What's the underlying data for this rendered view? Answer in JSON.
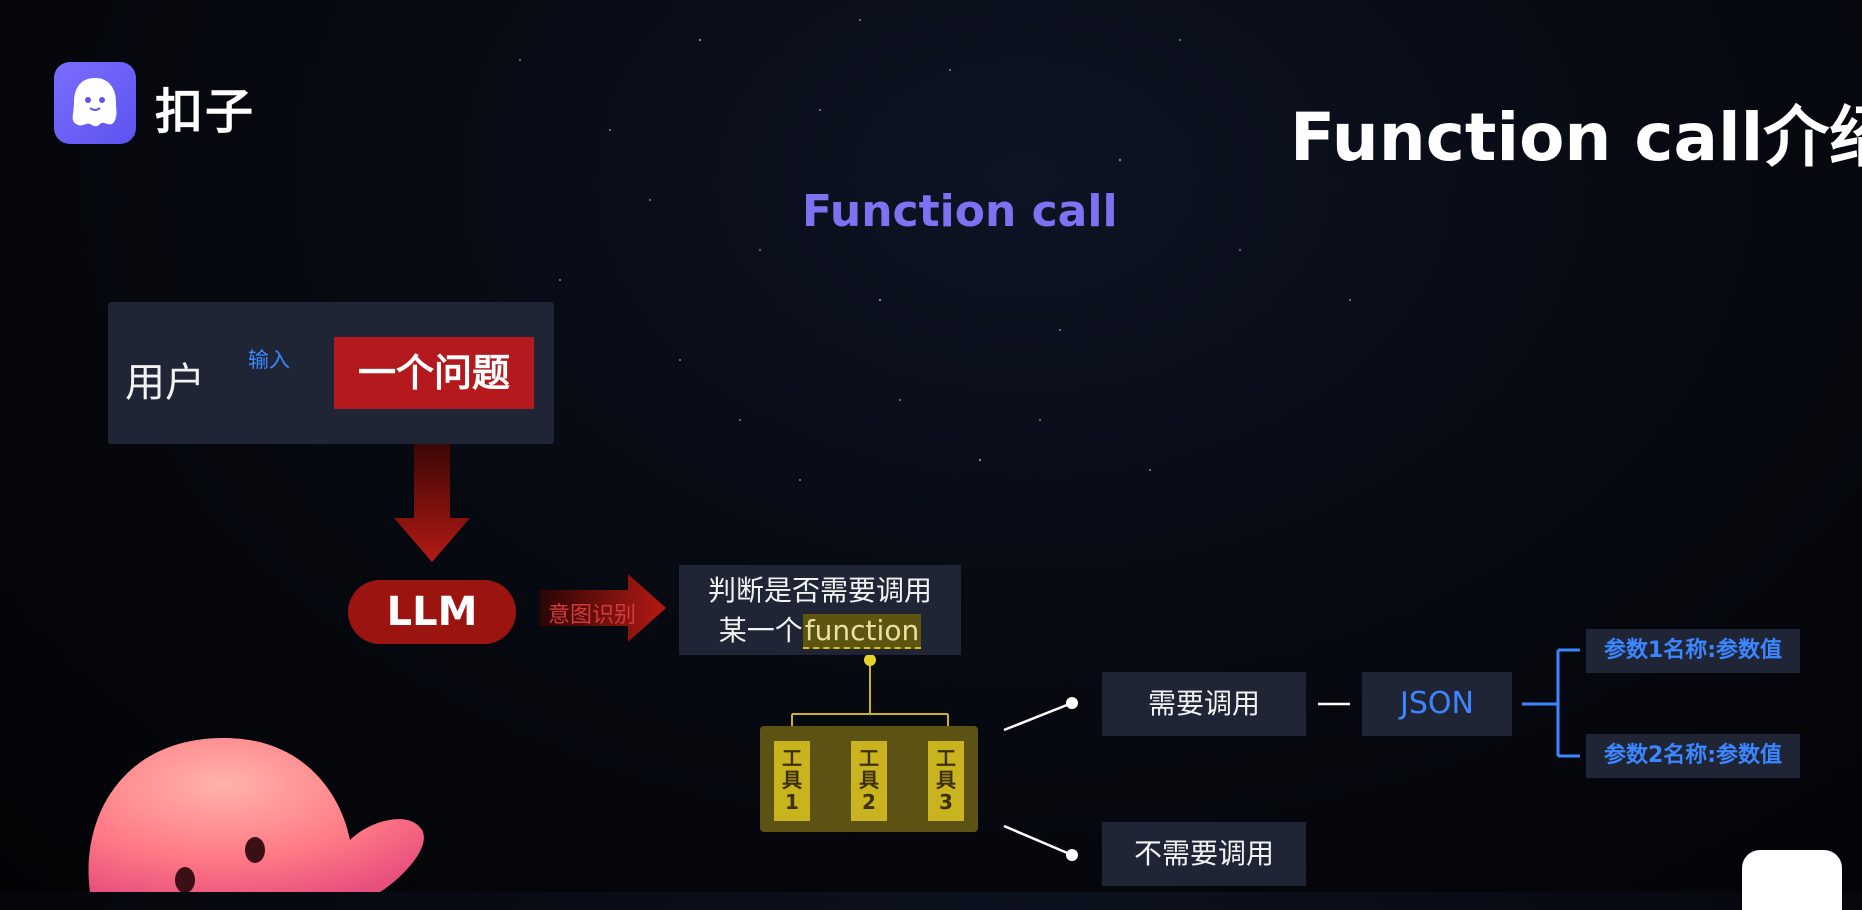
{
  "brand": {
    "name": "扣子",
    "logo_icon": "mascot-ghost-icon",
    "logo_color": "#6a5ef5"
  },
  "page_title": "Function call介绍",
  "subtitle": "Function call",
  "flow": {
    "user_label": "用户",
    "input_arrow_label": "输入",
    "question_label": "一个问题",
    "llm_label": "LLM",
    "intent_arrow_label": "意图识别",
    "judge_line1": "判断是否需要调用",
    "judge_line2_prefix": "某一个",
    "judge_line2_keyword": "function",
    "tools": [
      {
        "c1": "工",
        "c2": "具",
        "num": "1"
      },
      {
        "c1": "工",
        "c2": "具",
        "num": "2"
      },
      {
        "c1": "工",
        "c2": "具",
        "num": "3"
      }
    ],
    "need_call": "需要调用",
    "no_need_call": "不需要调用",
    "json_label": "JSON",
    "params": [
      "参数1名称:参数值",
      "参数2名称:参数值"
    ]
  },
  "colors": {
    "accent_purple": "#7d73f2",
    "question_red": "#b4191d",
    "llm_red": "#9c140f",
    "tool_gold": "#c9b31f",
    "json_blue": "#3c86ff"
  },
  "decorations": {
    "mascot": "mascot-character-icon",
    "watermark": "bilibili-tv-icon"
  }
}
